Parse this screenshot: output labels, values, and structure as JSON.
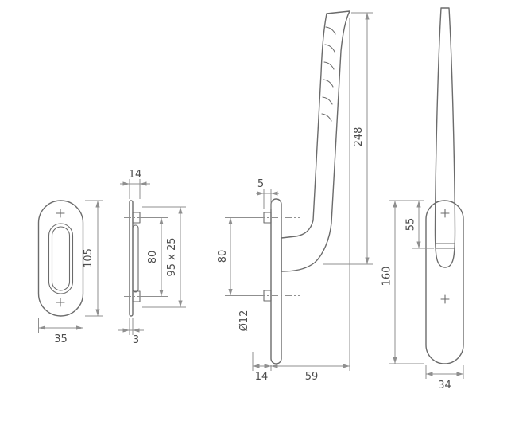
{
  "colors": {
    "part_line": "#6b6b6b",
    "dimension_line": "#8f8f8f",
    "label_text": "#4d4d4d",
    "background": "#ffffff"
  },
  "dimensions": {
    "plate_front": {
      "width": "35",
      "height": "105"
    },
    "plate_side": {
      "depth": "14",
      "thickness": "3",
      "hole_spacing": "80",
      "size": "95 x 25"
    },
    "handle_side": {
      "boss_depth": "5",
      "hole_spacing": "80",
      "hole_diameter": "Ø12",
      "plate_depth": "14",
      "projection": "59",
      "overall_height": "248"
    },
    "handle_front": {
      "grip_offset": "55",
      "plate_length": "160",
      "plate_width": "34"
    }
  }
}
